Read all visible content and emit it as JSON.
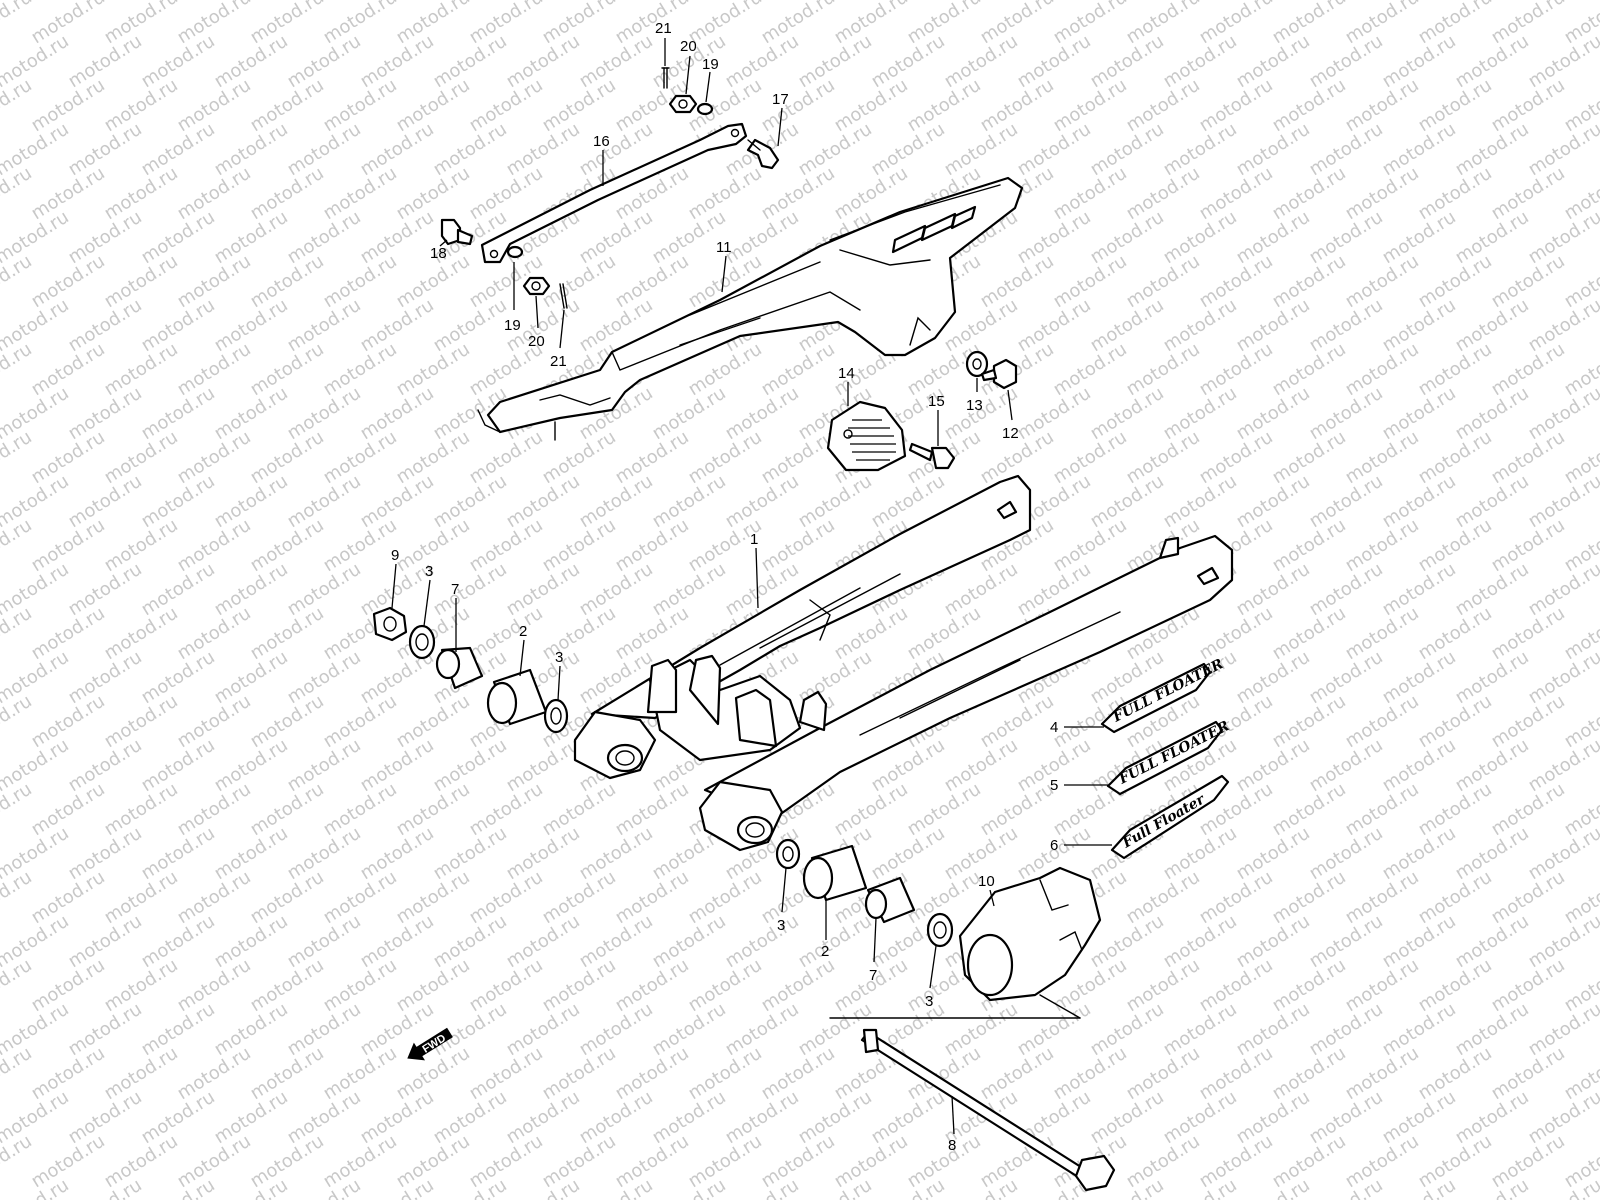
{
  "watermark": {
    "text": "motod.ru",
    "color": "#c8c8c8"
  },
  "direction_badge": {
    "label": "FWD",
    "icon": "forward-arrow-icon"
  },
  "emblems": [
    {
      "part": "4",
      "text": "FULL FLOATER"
    },
    {
      "part": "5",
      "text": "FULL FLOATER"
    },
    {
      "part": "6",
      "text": "Full Floater"
    }
  ],
  "callouts": [
    {
      "id": "c21a",
      "text": "21"
    },
    {
      "id": "c20a",
      "text": "20"
    },
    {
      "id": "c19a",
      "text": "19"
    },
    {
      "id": "c17",
      "text": "17"
    },
    {
      "id": "c16",
      "text": "16"
    },
    {
      "id": "c11",
      "text": "11"
    },
    {
      "id": "c18",
      "text": "18"
    },
    {
      "id": "c19b",
      "text": "19"
    },
    {
      "id": "c20b",
      "text": "20"
    },
    {
      "id": "c21b",
      "text": "21"
    },
    {
      "id": "c14",
      "text": "14"
    },
    {
      "id": "c15",
      "text": "15"
    },
    {
      "id": "c13",
      "text": "13"
    },
    {
      "id": "c12",
      "text": "12"
    },
    {
      "id": "c1",
      "text": "1"
    },
    {
      "id": "c9",
      "text": "9"
    },
    {
      "id": "c3a",
      "text": "3"
    },
    {
      "id": "c7a",
      "text": "7"
    },
    {
      "id": "c2a",
      "text": "2"
    },
    {
      "id": "c3b",
      "text": "3"
    },
    {
      "id": "c4",
      "text": "4"
    },
    {
      "id": "c5",
      "text": "5"
    },
    {
      "id": "c6",
      "text": "6"
    },
    {
      "id": "c10",
      "text": "10"
    },
    {
      "id": "c3c",
      "text": "3"
    },
    {
      "id": "c2b",
      "text": "2"
    },
    {
      "id": "c7b",
      "text": "7"
    },
    {
      "id": "c3d",
      "text": "3"
    },
    {
      "id": "c8",
      "text": "8"
    }
  ]
}
